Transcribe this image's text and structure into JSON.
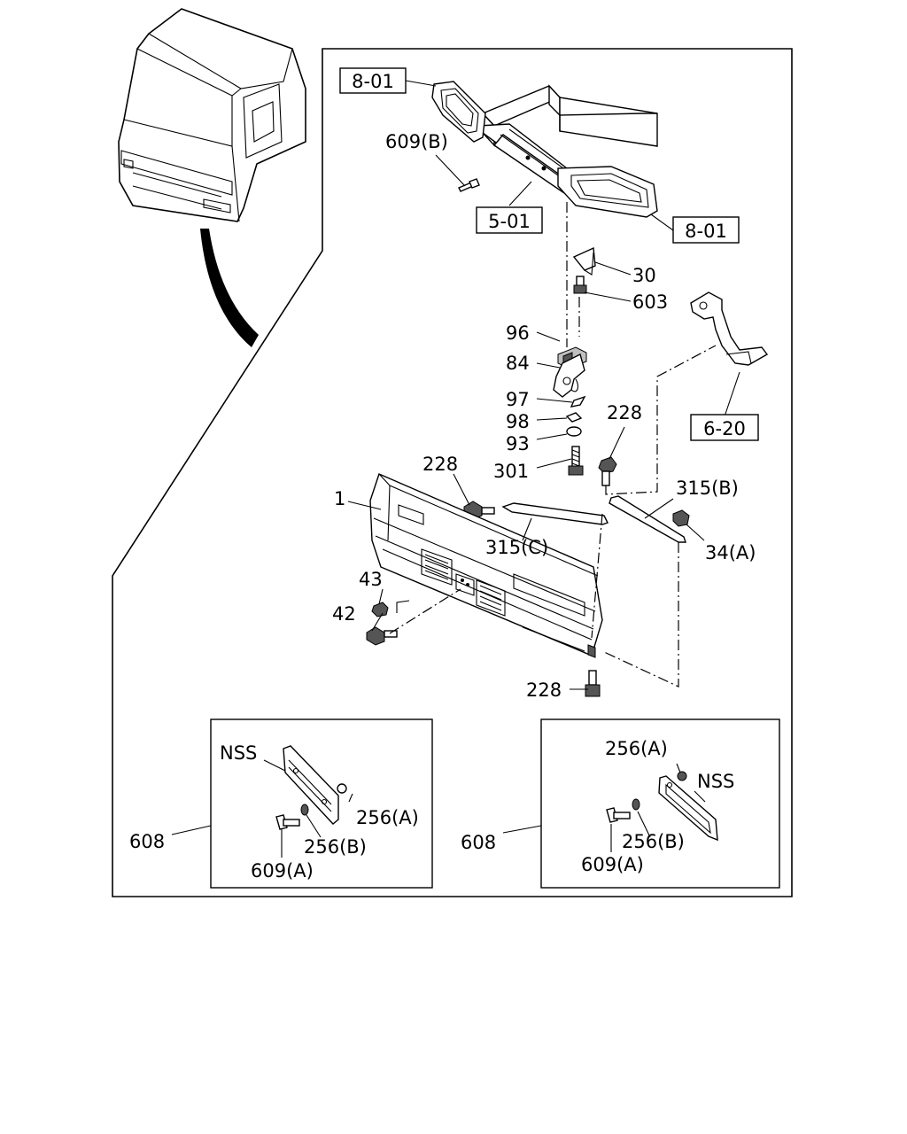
{
  "labels": {
    "ref_8_01_top": "8-01",
    "ref_8_01_right": "8-01",
    "ref_5_01": "5-01",
    "ref_6_20": "6-20",
    "p609b": "609(B)",
    "p30": "30",
    "p603": "603",
    "p96": "96",
    "p84": "84",
    "p97": "97",
    "p98": "98",
    "p93": "93",
    "p301": "301",
    "p228_upper": "228",
    "p228_left": "228",
    "p228_bottom": "228",
    "p315b": "315(B)",
    "p315c": "315(C)",
    "p34a": "34(A)",
    "p1": "1",
    "p43": "43",
    "p42": "42",
    "left_nss": "NSS",
    "left_256a": "256(A)",
    "left_256b": "256(B)",
    "left_609a": "609(A)",
    "left_608": "608",
    "right_256a": "256(A)",
    "right_nss": "NSS",
    "right_256b": "256(B)",
    "right_609a": "609(A)",
    "right_608": "608"
  }
}
